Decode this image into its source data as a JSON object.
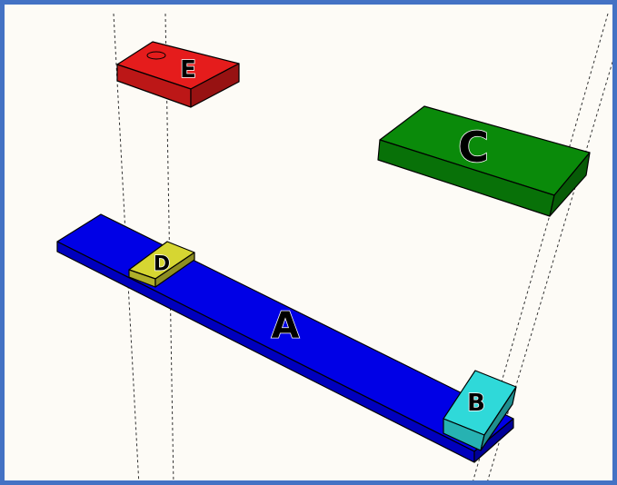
{
  "diagram": {
    "border_color": "#4472c4",
    "background_color": "#fdfbf6",
    "blocks": [
      {
        "id": "A",
        "label": "A",
        "color": "#0000e6"
      },
      {
        "id": "B",
        "label": "B",
        "color": "#2fd9d9"
      },
      {
        "id": "C",
        "label": "C",
        "color": "#0a8a0a"
      },
      {
        "id": "D",
        "label": "D",
        "color": "#d6d632"
      },
      {
        "id": "E",
        "label": "E",
        "color": "#e51c1c"
      }
    ]
  }
}
